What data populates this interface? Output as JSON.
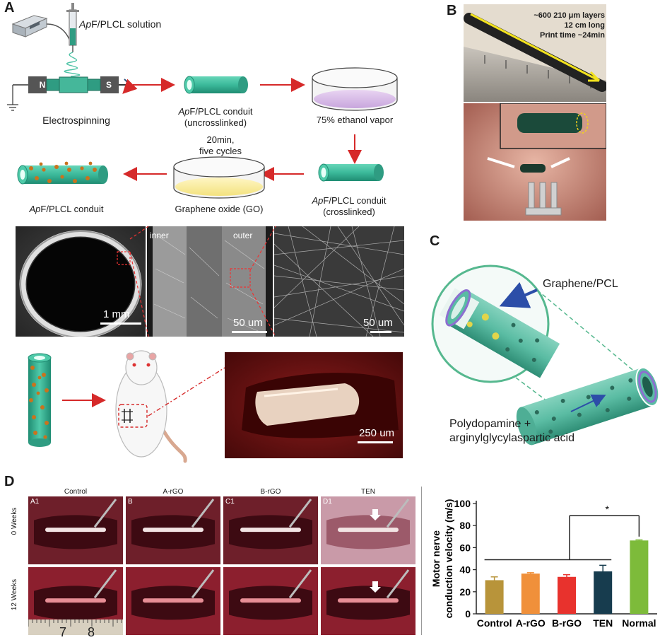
{
  "panels": {
    "a": {
      "letter": "A",
      "solution": "ApF/PLCL solution",
      "electrospinning": "Electrospinning",
      "conduit_uncross_1": "ApF/PLCL conduit",
      "conduit_uncross_2": "(uncrosslinked)",
      "ethanol": "75% ethanol vapor",
      "cycles_1": "20min,",
      "cycles_2": "five cycles",
      "go": "Graphene oxide (GO)",
      "conduit_cross_1": "ApF/PLCL conduit",
      "conduit_cross_2": "(crosslinked)",
      "conduit_final": "ApF/PLCL conduit",
      "sem_1_scale": "1 mm",
      "sem_2_inner": "inner",
      "sem_2_outer": "outer",
      "sem_2_scale": "50 um",
      "sem_3_scale": "50 um",
      "photo_scale": "250 um",
      "magnet_n": "N",
      "magnet_s": "S"
    },
    "b": {
      "letter": "B",
      "line1": "~600 210 μm layers",
      "line2": "12 cm long",
      "line3": "Print time ~24min"
    },
    "c": {
      "letter": "C",
      "label1": "Graphene/PCL",
      "label2": "Polydopamine +",
      "label3": "arginylglycylaspartic acid"
    },
    "d": {
      "letter": "D",
      "columns": [
        "Control",
        "A-rGO",
        "B-rGO",
        "TEN"
      ],
      "rows": [
        "0 Weeks",
        "12 Weeks"
      ],
      "cell_tags": [
        "A1",
        "B",
        "C1",
        "D1"
      ],
      "ruler_marks": [
        "7",
        "8"
      ],
      "significance": "*"
    }
  },
  "colors": {
    "arrow": "#d62a2a",
    "conduit": "#3bb99a",
    "bar_control": "#b8943a",
    "bar_argo": "#f0903a",
    "bar_brgo": "#e8322d",
    "bar_ten": "#173c4e",
    "bar_normal": "#7dbb3a"
  },
  "chart_data": {
    "type": "bar",
    "categories": [
      "Control",
      "A-rGO",
      "B-rGO",
      "TEN",
      "Normal"
    ],
    "values": [
      30.5,
      36.5,
      33.5,
      38.5,
      66.5
    ],
    "errors": [
      3,
      0.8,
      2,
      5.5,
      0.5
    ],
    "ylabel_1": "Motor nerve",
    "ylabel_2": "conduction velocity (m/s)",
    "ylim": [
      0,
      100
    ],
    "yticks": [
      0,
      20,
      40,
      60,
      80,
      100
    ],
    "significance": "*"
  }
}
